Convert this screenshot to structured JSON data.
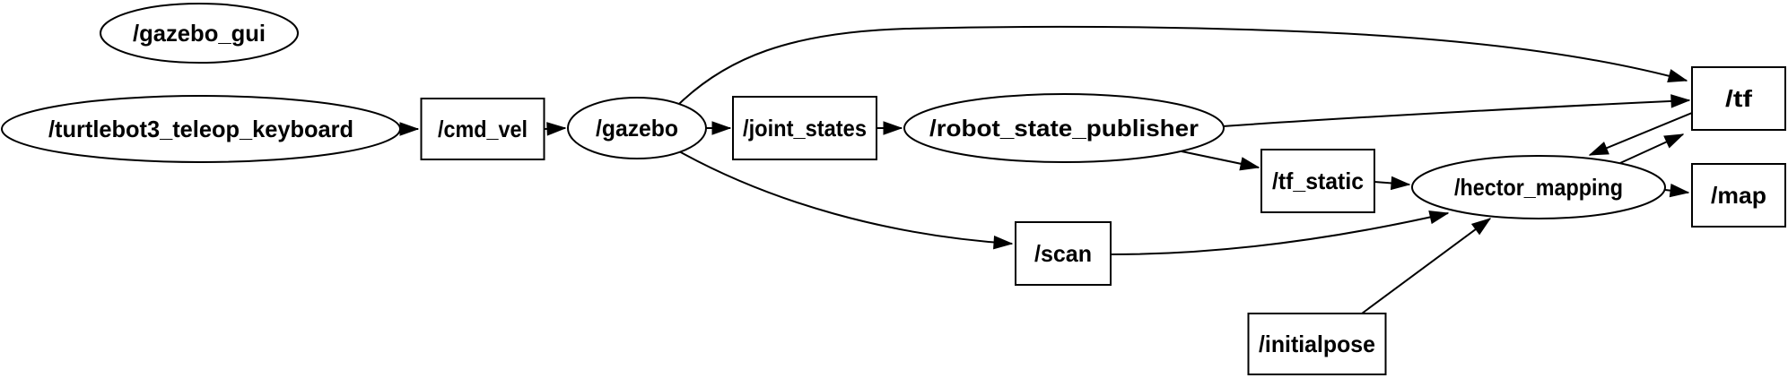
{
  "diagram": {
    "kind_description": "ROS computation graph (rqt_graph style): ellipses are nodes, rectangles are topics",
    "background_color": "#ffffff",
    "shape_fill_color": "#ffffff",
    "line_color": "#000000",
    "text_color": "#000000",
    "nodes": [
      {
        "id": "/gazebo_gui",
        "label": "/gazebo_gui",
        "kind": "node"
      },
      {
        "id": "/turtlebot3_teleop_keyboard",
        "label": "/turtlebot3_teleop_keyboard",
        "kind": "node"
      },
      {
        "id": "/cmd_vel",
        "label": "/cmd_vel",
        "kind": "topic"
      },
      {
        "id": "/gazebo",
        "label": "/gazebo",
        "kind": "node"
      },
      {
        "id": "/joint_states",
        "label": "/joint_states",
        "kind": "topic"
      },
      {
        "id": "/robot_state_publisher",
        "label": "/robot_state_publisher",
        "kind": "node"
      },
      {
        "id": "/tf_static",
        "label": "/tf_static",
        "kind": "topic"
      },
      {
        "id": "/scan",
        "label": "/scan",
        "kind": "topic"
      },
      {
        "id": "/initialpose",
        "label": "/initialpose",
        "kind": "topic"
      },
      {
        "id": "/hector_mapping",
        "label": "/hector_mapping",
        "kind": "node"
      },
      {
        "id": "/tf",
        "label": "/tf",
        "kind": "topic"
      },
      {
        "id": "/map",
        "label": "/map",
        "kind": "topic"
      }
    ],
    "edges": [
      {
        "from": "/turtlebot3_teleop_keyboard",
        "to": "/cmd_vel"
      },
      {
        "from": "/cmd_vel",
        "to": "/gazebo"
      },
      {
        "from": "/gazebo",
        "to": "/joint_states"
      },
      {
        "from": "/joint_states",
        "to": "/robot_state_publisher"
      },
      {
        "from": "/robot_state_publisher",
        "to": "/tf_static"
      },
      {
        "from": "/robot_state_publisher",
        "to": "/tf"
      },
      {
        "from": "/tf_static",
        "to": "/hector_mapping"
      },
      {
        "from": "/gazebo",
        "to": "/tf"
      },
      {
        "from": "/gazebo",
        "to": "/scan"
      },
      {
        "from": "/scan",
        "to": "/hector_mapping"
      },
      {
        "from": "/initialpose",
        "to": "/hector_mapping"
      },
      {
        "from": "/hector_mapping",
        "to": "/map"
      },
      {
        "from": "/hector_mapping",
        "to": "/tf"
      },
      {
        "from": "/tf",
        "to": "/hector_mapping"
      }
    ]
  }
}
